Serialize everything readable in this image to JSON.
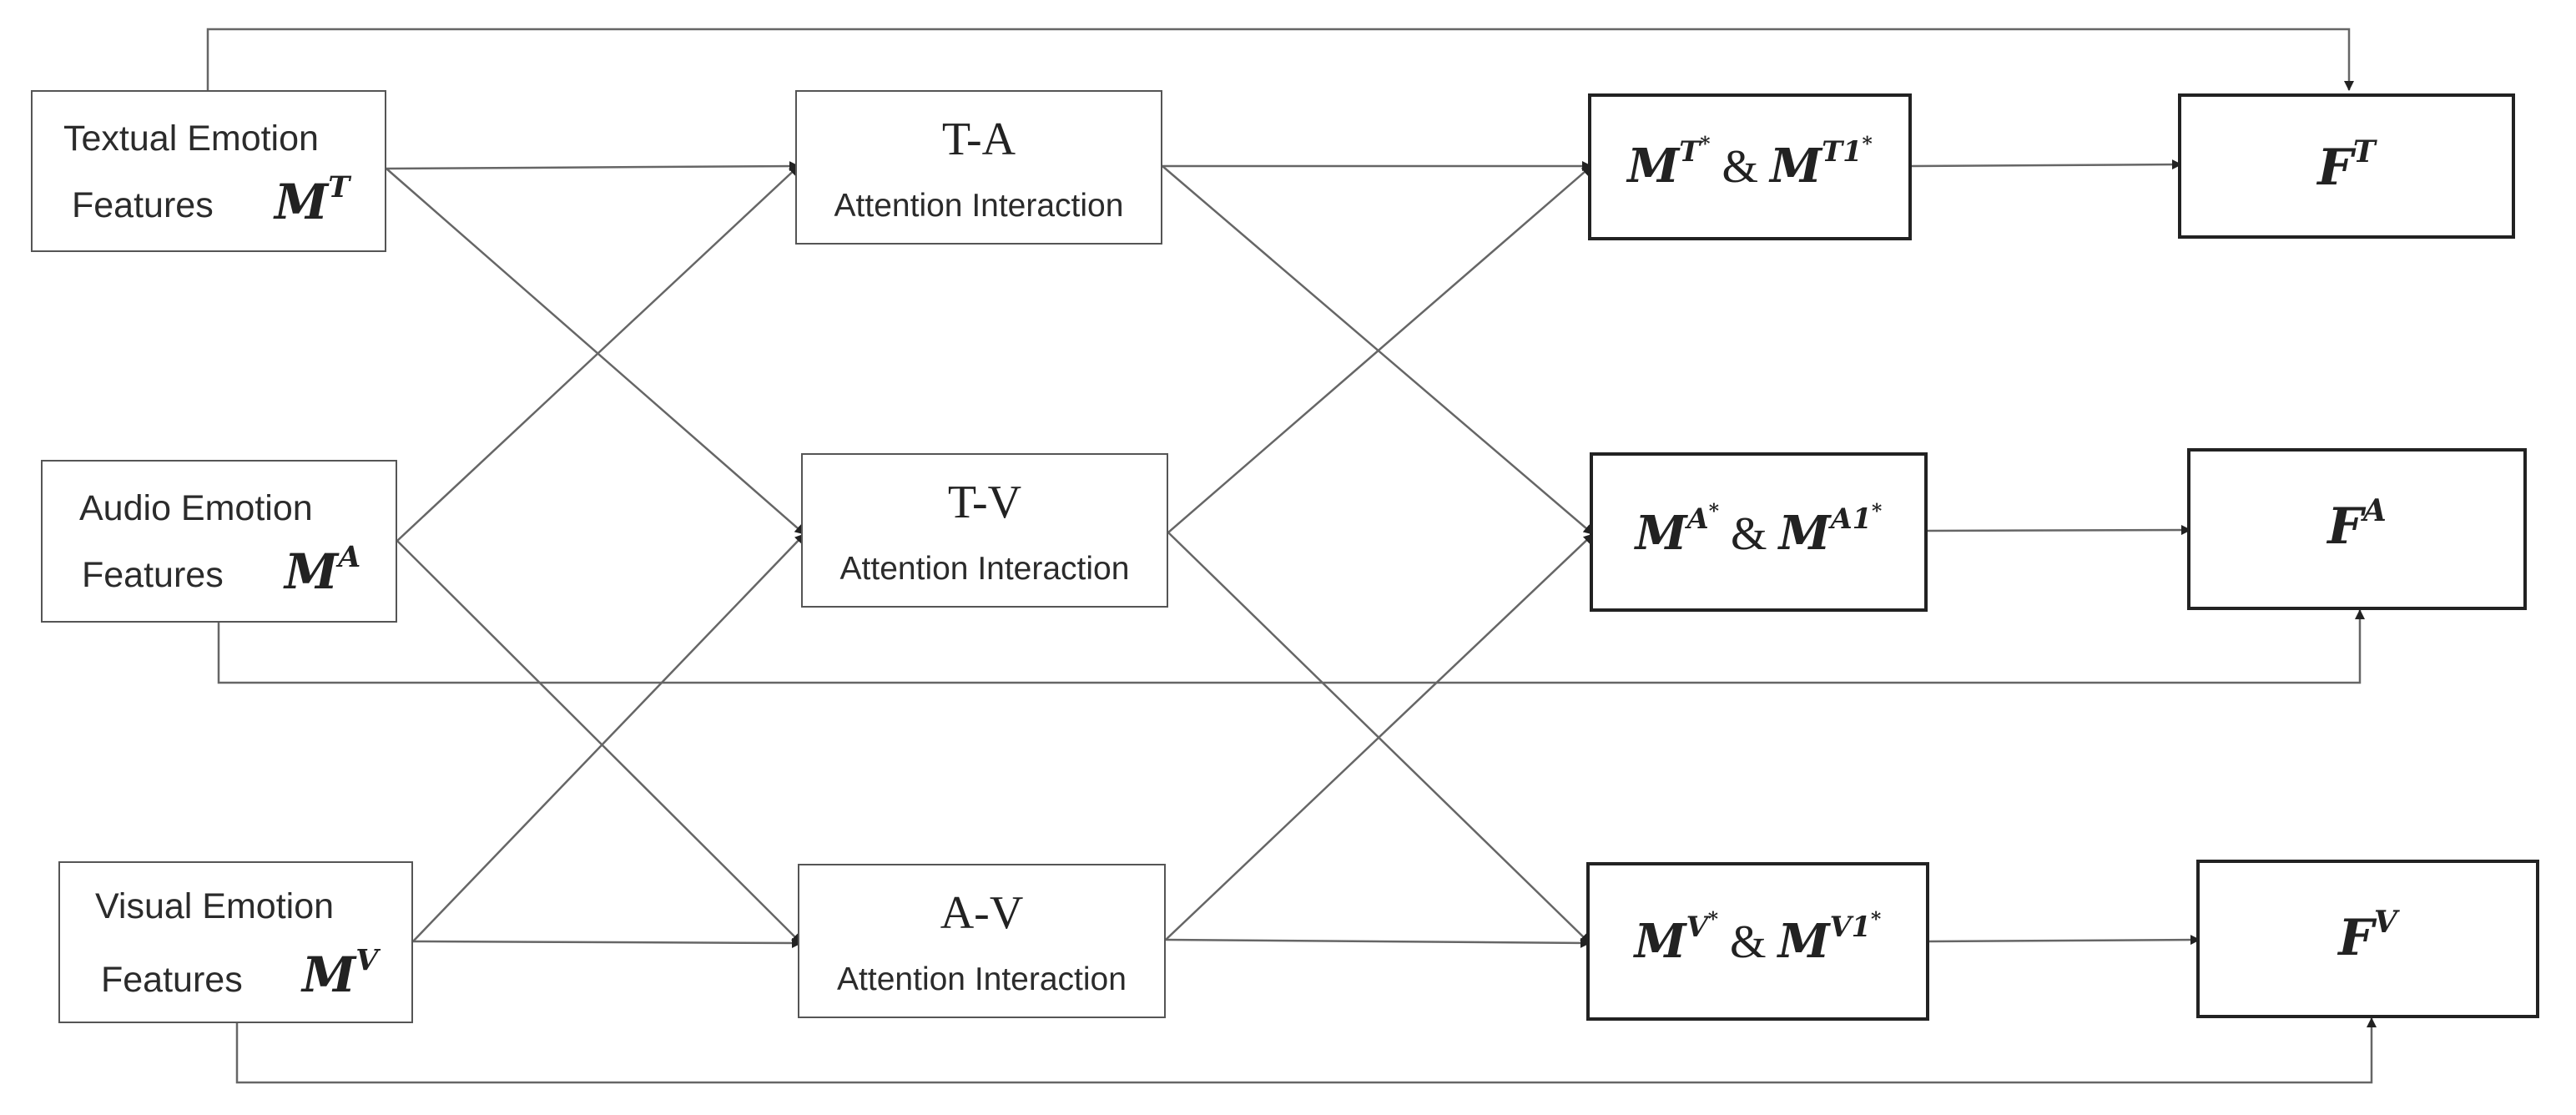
{
  "inputs": {
    "textual": {
      "line1": "Textual Emotion",
      "line2": "Features",
      "sym_base": "M",
      "sym_sup": "T"
    },
    "audio": {
      "line1": "Audio Emotion",
      "line2": "Features",
      "sym_base": "M",
      "sym_sup": "A"
    },
    "visual": {
      "line1": "Visual Emotion",
      "line2": "Features",
      "sym_base": "M",
      "sym_sup": "V"
    }
  },
  "interactions": {
    "ta": {
      "title": "T-A",
      "subtitle": "Attention Interaction"
    },
    "tv": {
      "title": "T-V",
      "subtitle": "Attention Interaction"
    },
    "av": {
      "title": "A-V",
      "subtitle": "Attention Interaction"
    }
  },
  "intermediates": {
    "t": {
      "base": "M",
      "sup1": "T",
      "star": "*",
      "amp": "&",
      "sup2": "T1"
    },
    "a": {
      "base": "M",
      "sup1": "A",
      "star": "*",
      "amp": "&",
      "sup2": "A1"
    },
    "v": {
      "base": "M",
      "sup1": "V",
      "star": "*",
      "amp": "&",
      "sup2": "V1"
    }
  },
  "outputs": {
    "t": {
      "base": "F",
      "sup": "T"
    },
    "a": {
      "base": "F",
      "sup": "A"
    },
    "v": {
      "base": "F",
      "sup": "V"
    }
  },
  "colors": {
    "thin_line": "#555555",
    "thick_line": "#222222",
    "text": "#2b2b2b"
  }
}
